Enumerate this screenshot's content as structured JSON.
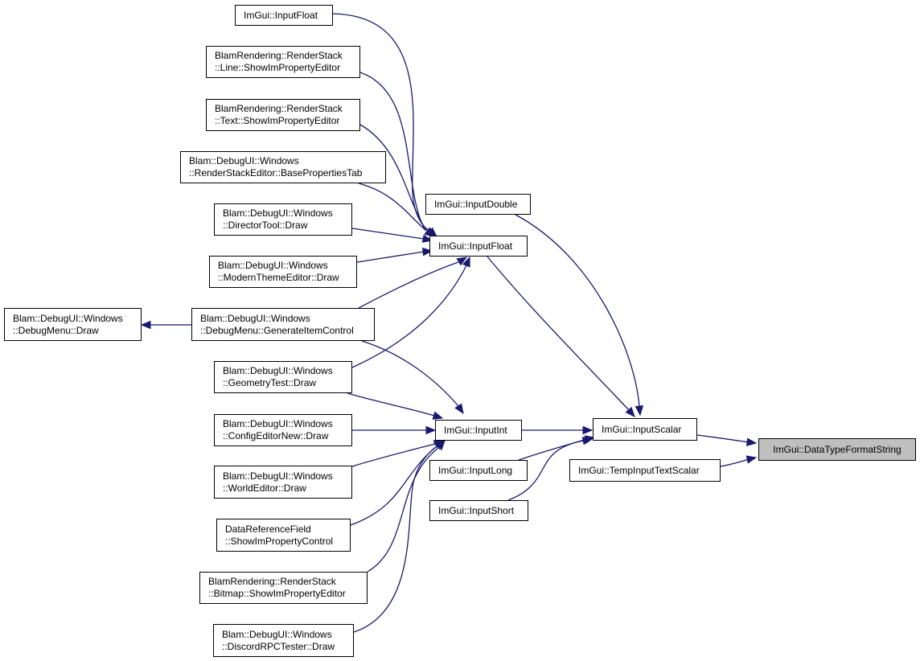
{
  "diagram": {
    "edge_color": "#191970",
    "root_fill": "#bfbfbf",
    "nodes": {
      "datatypeformatstring": {
        "line1": "ImGui::DataTypeFormatString",
        "line2": ""
      },
      "inputscalar": {
        "line1": "ImGui::InputScalar",
        "line2": ""
      },
      "tempinputtextscalar": {
        "line1": "ImGui::TempInputTextScalar",
        "line2": ""
      },
      "inputdouble": {
        "line1": "ImGui::InputDouble",
        "line2": ""
      },
      "inputfloat_main": {
        "line1": "ImGui::InputFloat",
        "line2": ""
      },
      "inputint": {
        "line1": "ImGui::InputInt",
        "line2": ""
      },
      "inputlong": {
        "line1": "ImGui::InputLong",
        "line2": ""
      },
      "inputshort": {
        "line1": "ImGui::InputShort",
        "line2": ""
      },
      "inputfloat_top": {
        "line1": "ImGui::InputFloat",
        "line2": ""
      },
      "line_showimpropertyeditor": {
        "line1": "BlamRendering::RenderStack",
        "line2": "::Line::ShowImPropertyEditor"
      },
      "text_showimpropertyeditor": {
        "line1": "BlamRendering::RenderStack",
        "line2": "::Text::ShowImPropertyEditor"
      },
      "renderstackeditor_basepropertiestab": {
        "line1": "Blam::DebugUI::Windows",
        "line2": "::RenderStackEditor::BasePropertiesTab"
      },
      "directortool_draw": {
        "line1": "Blam::DebugUI::Windows",
        "line2": "::DirectorTool::Draw"
      },
      "modernthemeeditor_draw": {
        "line1": "Blam::DebugUI::Windows",
        "line2": "::ModernThemeEditor::Draw"
      },
      "debugmenu_generateitemcontrol": {
        "line1": "Blam::DebugUI::Windows",
        "line2": "::DebugMenu::GenerateItemControl"
      },
      "debugmenu_draw": {
        "line1": "Blam::DebugUI::Windows",
        "line2": "::DebugMenu::Draw"
      },
      "geometrytest_draw": {
        "line1": "Blam::DebugUI::Windows",
        "line2": "::GeometryTest::Draw"
      },
      "configeditornew_draw": {
        "line1": "Blam::DebugUI::Windows",
        "line2": "::ConfigEditorNew::Draw"
      },
      "worldeditor_draw": {
        "line1": "Blam::DebugUI::Windows",
        "line2": "::WorldEditor::Draw"
      },
      "datareferencefield_showimpropertycontrol": {
        "line1": "DataReferenceField",
        "line2": "::ShowImPropertyControl"
      },
      "bitmap_showimpropertyeditor": {
        "line1": "BlamRendering::RenderStack",
        "line2": "::Bitmap::ShowImPropertyEditor"
      },
      "discordrpctester_draw": {
        "line1": "Blam::DebugUI::Windows",
        "line2": "::DiscordRPCTester::Draw"
      }
    }
  }
}
